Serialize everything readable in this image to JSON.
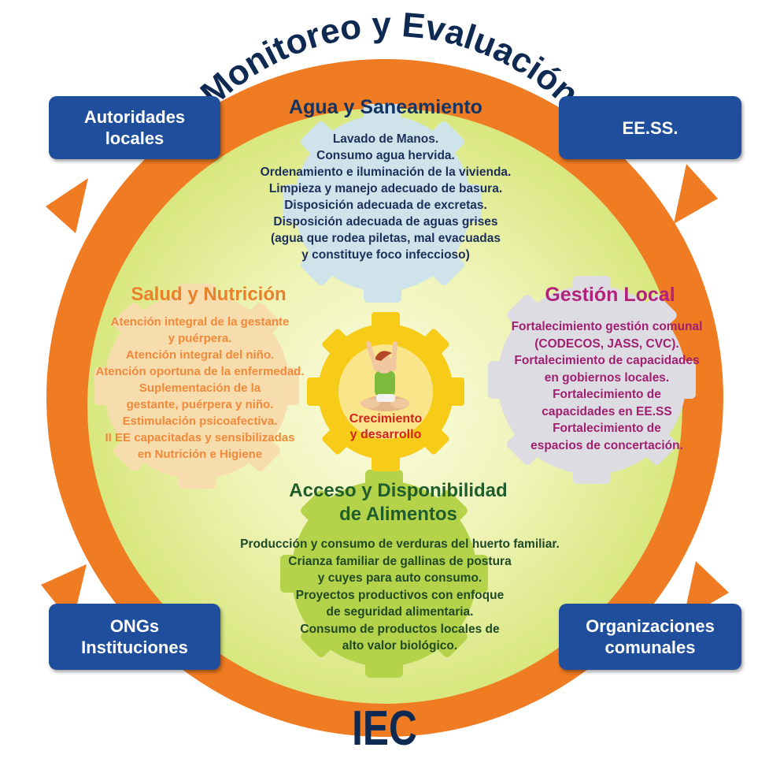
{
  "top_arc_label": "Monitoreo y Evaluación",
  "bottom_label": "IEC",
  "corner_boxes": {
    "top_left": [
      "Autoridades",
      "locales"
    ],
    "top_right": [
      "EE.SS."
    ],
    "bottom_left": [
      "ONGs",
      "Instituciones"
    ],
    "bottom_right": [
      "Organizaciones",
      "comunales"
    ]
  },
  "center": {
    "lines": [
      "Crecimiento",
      "y desarrollo"
    ]
  },
  "sections": {
    "agua": {
      "title": "Agua y Saneamiento",
      "lines": [
        "Lavado de Manos.",
        "Consumo agua hervida.",
        "Ordenamiento e iluminación de la vivienda.",
        "Limpieza y manejo adecuado de basura.",
        "Disposición adecuada de excretas.",
        "Disposición adecuada de aguas grises",
        "(agua que rodea piletas, mal evacuadas",
        "y constituye foco infeccioso)"
      ]
    },
    "salud": {
      "title": "Salud y Nutrición",
      "lines": [
        "Atención integral de la gestante",
        "y puérpera.",
        "Atención integral del niño.",
        "Atención oportuna de la enfermedad.",
        "Suplementación de la",
        "gestante, puérpera y niño.",
        "Estimulación psicoafectiva.",
        "II EE capacitadas y sensibilizadas",
        "en Nutrición e Higiene"
      ]
    },
    "gestion": {
      "title": "Gestión Local",
      "lines": [
        "Fortalecimiento gestión comunal",
        "(CODECOS, JASS, CVC).",
        "Fortalecimiento de capacidades",
        "en gobiernos locales.",
        "Fortalecimiento de",
        "capacidades en EE.SS",
        "Fortalecimiento de",
        "espacios de concertación."
      ]
    },
    "acceso": {
      "title_lines": [
        "Acceso y Disponibilidad",
        "de Alimentos"
      ],
      "lines": [
        "Producción y consumo de verduras del huerto familiar.",
        "Crianza familiar de gallinas de postura",
        "y cuyes para auto consumo.",
        "Proyectos productivos con enfoque",
        "de seguridad alimentaria.",
        "Consumo de productos locales de",
        "alto valor biológico."
      ]
    }
  },
  "icons": [
    "cycle-arrow-icon",
    "gear-icon",
    "child-illustration-icon"
  ],
  "colors": {
    "ring": "#ef7b22",
    "box": "#1f4e9c",
    "inner": "#e8ef9a",
    "gear_water": "#cfe3ea",
    "gear_health": "#f7dcae",
    "gear_local": "#dcdce2",
    "gear_food": "#b4d24a",
    "gear_center": "#f6cc18"
  }
}
